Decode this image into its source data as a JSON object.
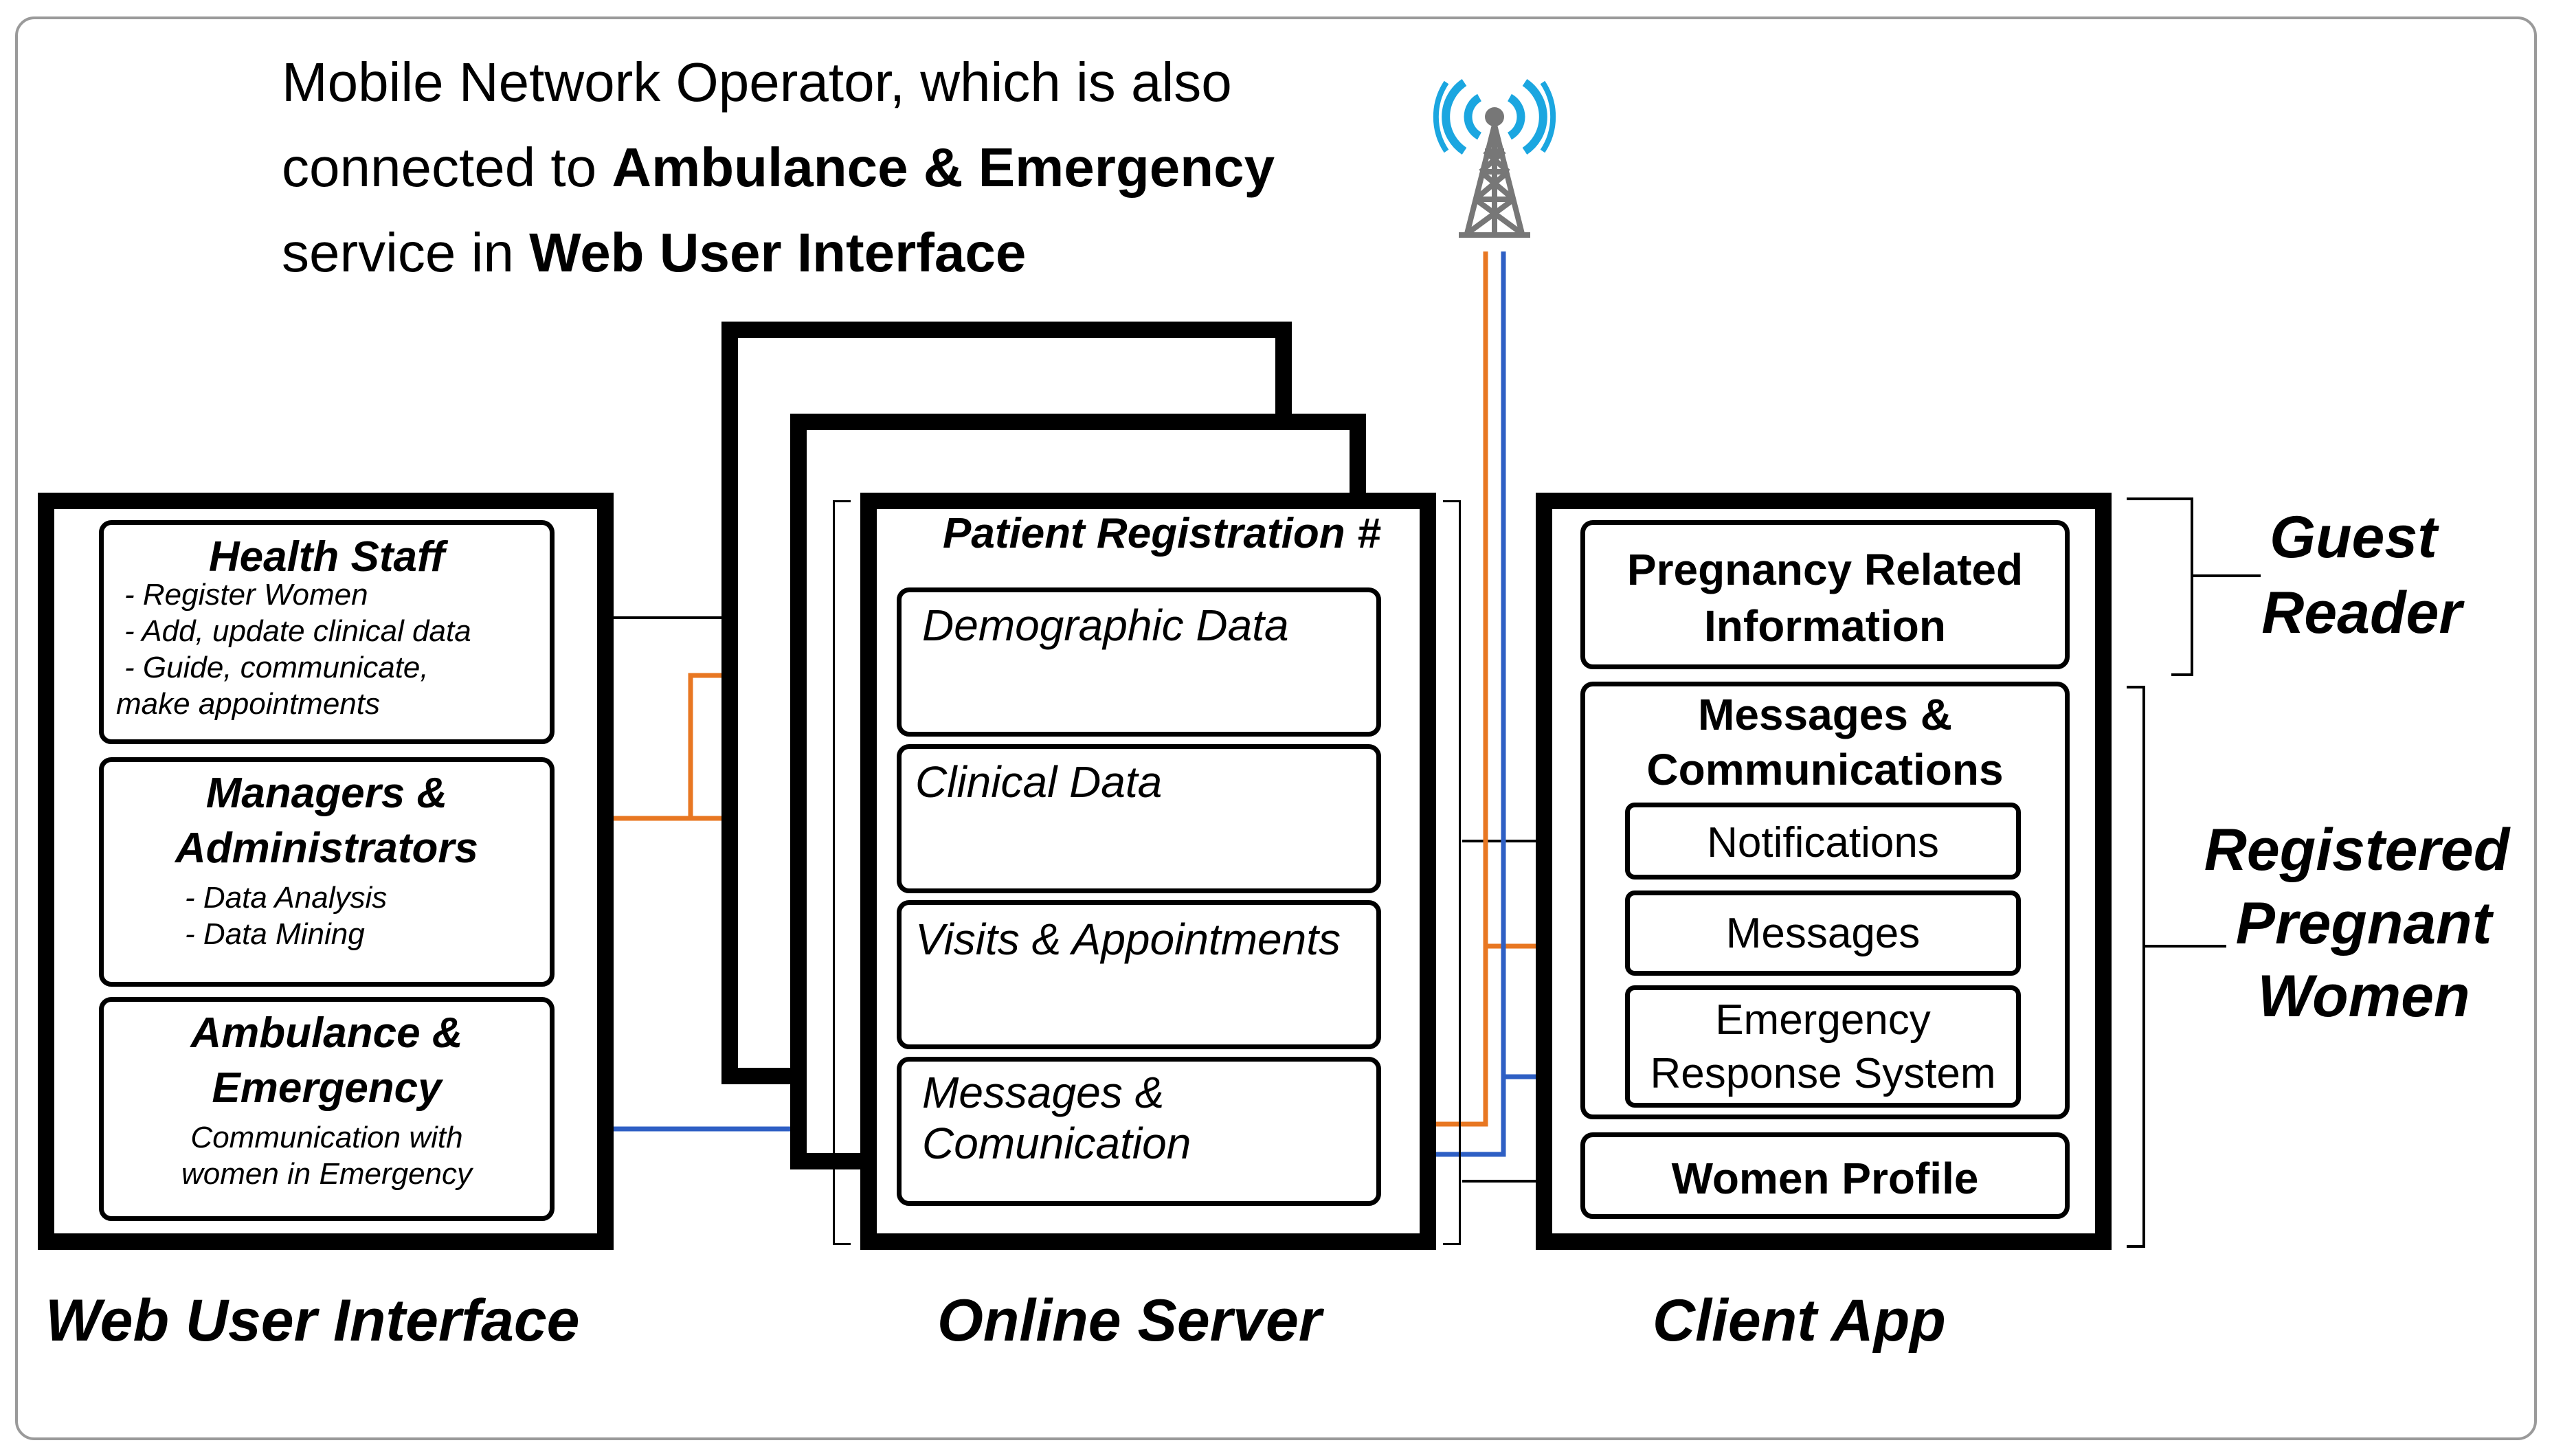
{
  "header": {
    "line1": "Mobile Network Operator, which is also",
    "line2_prefix": "connected to ",
    "line2_bold": "Ambulance & Emergency",
    "line3_prefix": "service in ",
    "line3_bold": "Web User Interface"
  },
  "web_ui": {
    "label": "Web User Interface",
    "health_staff": {
      "title": "Health Staff",
      "items": [
        "- Register Women",
        "- Add, update clinical data",
        "- Guide, communicate,",
        "make appointments"
      ]
    },
    "managers": {
      "title_line1": "Managers &",
      "title_line2": "Administrators",
      "items": [
        "- Data Analysis",
        "- Data Mining"
      ]
    },
    "ambulance": {
      "title_line1": "Ambulance &",
      "title_line2": "Emergency",
      "desc_line1": "Communication with",
      "desc_line2": "women in Emergency"
    }
  },
  "server": {
    "label": "Online Server",
    "title": "Patient Registration #",
    "modules": [
      "Demographic Data",
      "Clinical Data",
      "Visits & Appointments"
    ],
    "messages_line1": "Messages &",
    "messages_line2": "Comunication"
  },
  "client": {
    "label": "Client App",
    "pregnancy_line1": "Pregnancy Related",
    "pregnancy_line2": "Information",
    "messages_line1": "Messages &",
    "messages_line2": "Communications",
    "notifications": "Notifications",
    "messages": "Messages",
    "ers_line1": "Emergency",
    "ers_line2": "Response System",
    "profile": "Women Profile"
  },
  "roles": {
    "guest_line1": "Guest",
    "guest_line2": "Reader",
    "registered_line1": "Registered",
    "registered_line2": "Pregnant",
    "registered_line3": "Women"
  },
  "colors": {
    "orange": "#E87722",
    "blue": "#2E5FC4",
    "antenna": "#1BA6E0"
  },
  "icons": [
    "cell-tower-icon"
  ]
}
